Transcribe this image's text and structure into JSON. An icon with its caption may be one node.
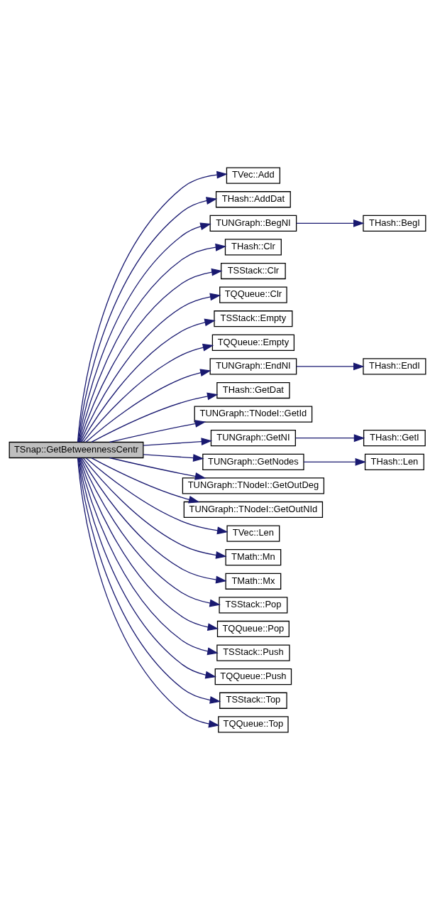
{
  "diagram": {
    "nodes": [
      {
        "text": [
          "TSnap::GetBetweennessCentr"
        ]
      },
      {
        "text": [
          "TVec::Add"
        ]
      },
      {
        "text": [
          "THash::AddDat"
        ]
      },
      {
        "text": [
          "TUNGraph::BegNI"
        ]
      },
      {
        "text": [
          "THash::BegI"
        ]
      },
      {
        "text": [
          "THash::Clr"
        ]
      },
      {
        "text": [
          "TSStack::Clr"
        ]
      },
      {
        "text": [
          "TQQueue::Clr"
        ]
      },
      {
        "text": [
          "TSStack::Empty"
        ]
      },
      {
        "text": [
          "TQQueue::Empty"
        ]
      },
      {
        "text": [
          "TUNGraph::EndNI"
        ]
      },
      {
        "text": [
          "THash::EndI"
        ]
      },
      {
        "text": [
          "THash::GetDat"
        ]
      },
      {
        "text": [
          "TUNGraph::TNodeI::GetId"
        ]
      },
      {
        "text": [
          "TUNGraph::GetNI"
        ]
      },
      {
        "text": [
          "THash::GetI"
        ]
      },
      {
        "text": [
          "TUNGraph::GetNodes"
        ]
      },
      {
        "text": [
          "THash::Len"
        ]
      },
      {
        "text": [
          "TUNGraph::TNodeI::GetOutDeg"
        ]
      },
      {
        "text": [
          "TUNGraph::TNodeI::GetOutNId"
        ]
      },
      {
        "text": [
          "TVec::Len"
        ]
      },
      {
        "text": [
          "TMath::Mn"
        ]
      },
      {
        "text": [
          "TMath::Mx"
        ]
      },
      {
        "text": [
          "TSStack::Pop"
        ]
      },
      {
        "text": [
          "TQQueue::Pop"
        ]
      },
      {
        "text": [
          "TSStack::Push"
        ]
      },
      {
        "text": [
          "TQQueue::Push"
        ]
      },
      {
        "text": [
          "TSStack::Top"
        ]
      },
      {
        "text": [
          "TQQueue::Top"
        ]
      }
    ],
    "edges": [
      {
        "from": 0,
        "to": 1,
        "arrow": "to"
      },
      {
        "from": 0,
        "to": 2,
        "arrow": "to"
      },
      {
        "from": 0,
        "to": 3,
        "arrow": "to"
      },
      {
        "from": 3,
        "to": 4,
        "arrow": "to"
      },
      {
        "from": 0,
        "to": 5,
        "arrow": "to"
      },
      {
        "from": 0,
        "to": 6,
        "arrow": "to"
      },
      {
        "from": 0,
        "to": 7,
        "arrow": "to"
      },
      {
        "from": 0,
        "to": 8,
        "arrow": "to"
      },
      {
        "from": 0,
        "to": 9,
        "arrow": "to"
      },
      {
        "from": 0,
        "to": 10,
        "arrow": "to"
      },
      {
        "from": 10,
        "to": 11,
        "arrow": "to"
      },
      {
        "from": 0,
        "to": 12,
        "arrow": "to"
      },
      {
        "from": 0,
        "to": 13,
        "arrow": "to"
      },
      {
        "from": 0,
        "to": 14,
        "arrow": "to"
      },
      {
        "from": 14,
        "to": 15,
        "arrow": "to"
      },
      {
        "from": 0,
        "to": 16,
        "arrow": "to"
      },
      {
        "from": 16,
        "to": 17,
        "arrow": "to"
      },
      {
        "from": 0,
        "to": 18,
        "arrow": "to"
      },
      {
        "from": 0,
        "to": 19,
        "arrow": "to"
      },
      {
        "from": 0,
        "to": 20,
        "arrow": "to"
      },
      {
        "from": 0,
        "to": 21,
        "arrow": "to"
      },
      {
        "from": 0,
        "to": 22,
        "arrow": "to"
      },
      {
        "from": 0,
        "to": 23,
        "arrow": "to"
      },
      {
        "from": 0,
        "to": 24,
        "arrow": "to"
      },
      {
        "from": 0,
        "to": 25,
        "arrow": "to"
      },
      {
        "from": 0,
        "to": 26,
        "arrow": "to"
      },
      {
        "from": 0,
        "to": 27,
        "arrow": "to"
      },
      {
        "from": 0,
        "to": 28,
        "arrow": "to"
      }
    ]
  }
}
